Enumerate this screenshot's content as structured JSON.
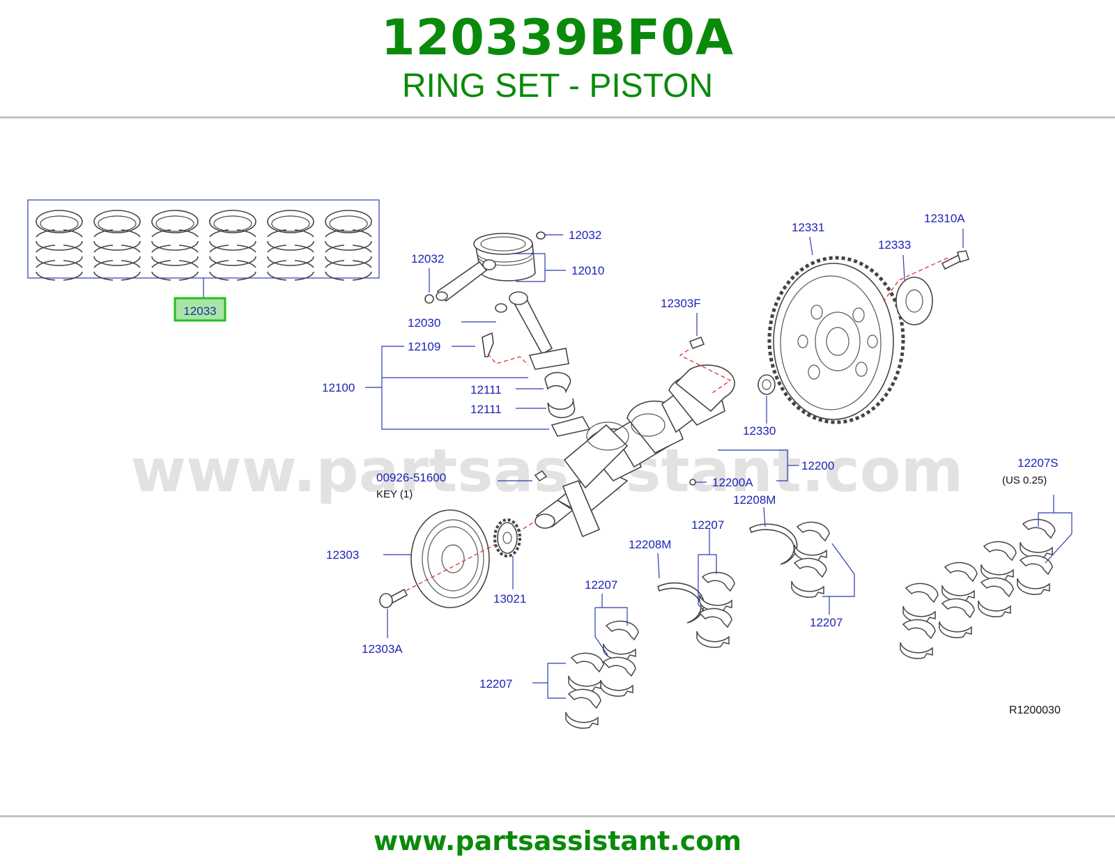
{
  "header": {
    "part_number": "120339BF0A",
    "part_name": "RING SET - PISTON"
  },
  "watermark": "www.partsassistant.com",
  "diagram_code": "R1200030",
  "highlighted_part": "12033",
  "labels": {
    "p12033": "12033",
    "p12032a": "12032",
    "p12032b": "12032",
    "p12010": "12010",
    "p12030": "12030",
    "p12109": "12109",
    "p12100": "12100",
    "p12111a": "12111",
    "p12111b": "12111",
    "p12303F": "12303F",
    "p12331": "12331",
    "p12333": "12333",
    "p12310A": "12310A",
    "p12330": "12330",
    "p12200": "12200",
    "p12200A": "12200A",
    "key_part": "00926-51600",
    "key_note": "KEY    (1)",
    "p12207S": "12207S",
    "p12207S_note": "(US    0.25)",
    "p12208Ma": "12208M",
    "p12208Mb": "12208M",
    "p12207a": "12207",
    "p12207b": "12207",
    "p12207c": "12207",
    "p12207d": "12207",
    "p12303": "12303",
    "p13021": "13021",
    "p12303A": "12303A"
  },
  "footer": {
    "url": "www.partsassistant.com"
  },
  "colors": {
    "brand_green": "#0a8a0a",
    "label_blue": "#1c22b8",
    "highlight_green": "#22c01a",
    "highlight_fill": "#a9e5a4",
    "dashed_red": "#e03030"
  }
}
